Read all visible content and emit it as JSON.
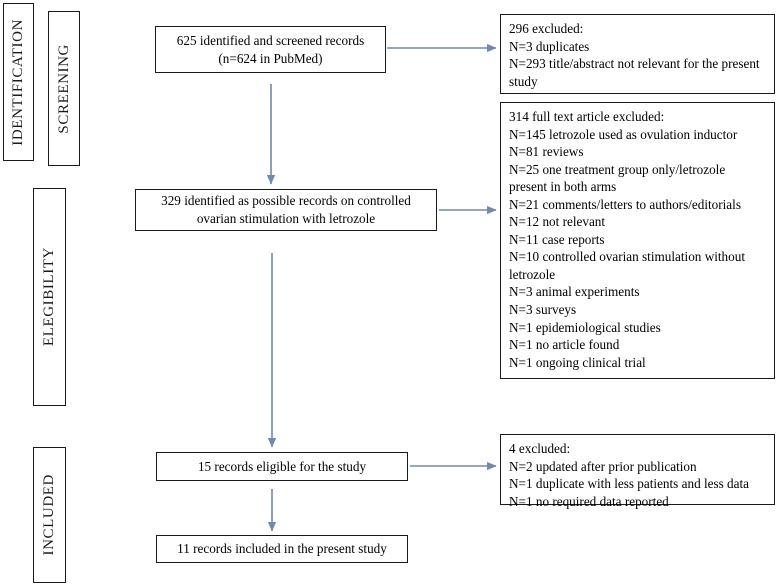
{
  "diagram": {
    "title": "PRISMA study selection flow diagram",
    "arrow_color": "#7089AE",
    "border_color": "#1a1a1a",
    "background_color": "#ffffff"
  },
  "stages": [
    {
      "id": "identification",
      "label": "IDENTIFICATION"
    },
    {
      "id": "screening",
      "label": "SCREENING"
    },
    {
      "id": "elegibility",
      "label": "ELEGIBILITY"
    },
    {
      "id": "included",
      "label": "INCLUDED"
    }
  ],
  "nodes": {
    "identified": {
      "line1": "625 identified and screened records",
      "line2": "(n=624 in PubMed)"
    },
    "excluded_screening": {
      "heading": "296 excluded:",
      "items": [
        "N=3 duplicates",
        "N=293 title/abstract not relevant for the present study"
      ]
    },
    "possible_records": {
      "line1": "329 identified as possible records on controlled",
      "line2": "ovarian stimulation with letrozole"
    },
    "excluded_fulltext": {
      "heading": "314 full text article excluded:",
      "items": [
        "N=145 letrozole used as ovulation inductor",
        "N=81 reviews",
        "N=25 one treatment group only/letrozole present in both arms",
        "N=21 comments/letters to authors/editorials",
        "N=12 not relevant",
        "N=11 case reports",
        "N=10 controlled ovarian stimulation without letrozole",
        "N=3 animal experiments",
        "N=3 surveys",
        "N=1 epidemiological studies",
        "N=1 no article found",
        "N=1 ongoing clinical trial"
      ]
    },
    "eligible": {
      "line1": "15 records eligible for the study"
    },
    "excluded_eligible": {
      "heading": "4 excluded:",
      "items": [
        "N=2 updated after prior publication",
        "N=1 duplicate with less patients and less data",
        "N=1 no required data reported"
      ]
    },
    "included_final": {
      "line1": "11 records included in the present study"
    }
  },
  "connectors": [
    {
      "id": "identified-to-excluded-screening",
      "direction": "horizontal"
    },
    {
      "id": "identified-to-possible",
      "direction": "vertical"
    },
    {
      "id": "possible-to-excluded-fulltext",
      "direction": "horizontal"
    },
    {
      "id": "possible-to-eligible",
      "direction": "vertical"
    },
    {
      "id": "eligible-to-excluded-eligible",
      "direction": "horizontal"
    },
    {
      "id": "eligible-to-included",
      "direction": "vertical"
    }
  ]
}
